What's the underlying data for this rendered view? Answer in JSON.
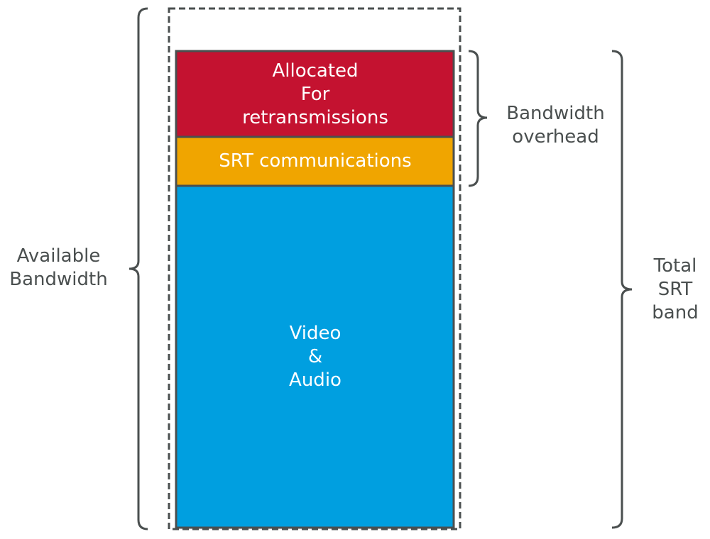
{
  "diagram": {
    "segments": {
      "retransmissions": {
        "text": "Allocated\nFor\nretransmissions",
        "color": "#c41230"
      },
      "srt_communications": {
        "text": "SRT communications",
        "color": "#f0a500"
      },
      "video_audio": {
        "text": "Video\n&\nAudio",
        "color": "#009fe0"
      }
    },
    "labels": {
      "available_bandwidth": "Available\nBandwidth",
      "bandwidth_overhead": "Bandwidth\noverhead",
      "total_srt_band": "Total\nSRT\nband"
    },
    "colors": {
      "outline": "#4a4f4f",
      "text_dark": "#4a4f4f",
      "text_light": "#ffffff"
    }
  }
}
